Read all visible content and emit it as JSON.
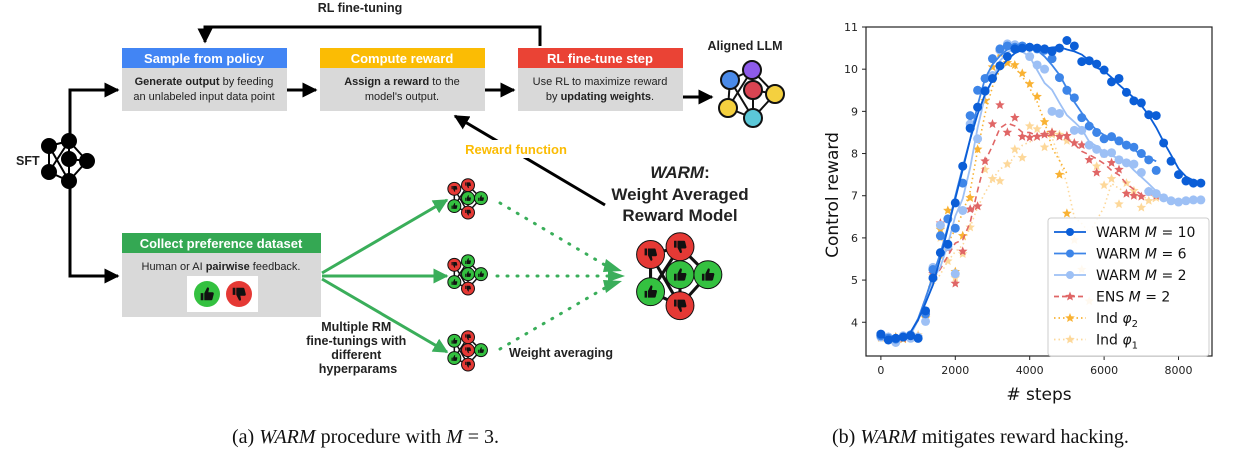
{
  "diagram": {
    "top_loop_label": "RL fine-tuning",
    "sft_label": "SFT",
    "sample_box": {
      "title": "Sample from policy",
      "line1_bold": "Generate output",
      "line1_rest": " by feeding",
      "line2": "an unlabeled input data point",
      "color": "#4285f4"
    },
    "reward_box": {
      "title": "Compute reward",
      "line1_bold": "Assign a reward",
      "line1_rest": " to the",
      "line2": "model's output.",
      "color": "#fbbc04"
    },
    "rl_box": {
      "title": "RL fine-tune step",
      "line1": "Use RL to maximize reward",
      "line2_pre": "by ",
      "line2_bold": "updating weights",
      "line2_post": ".",
      "color": "#ea4335"
    },
    "aligned_label": "Aligned LLM",
    "reward_function_label": "Reward function",
    "pref_box": {
      "title": "Collect preference dataset",
      "line_pre": "Human or AI ",
      "line_bold": "pairwise",
      "line_post": " feedback.",
      "color": "#34a853"
    },
    "multiple_rm_label": [
      "Multiple RM",
      "fine-tunings with",
      "different",
      "hyperparams"
    ],
    "weight_averaging_label": "Weight averaging",
    "warm_title": [
      "WARM",
      ":"
    ],
    "warm_subtitle": [
      "Weight Averaged",
      "Reward Model"
    ],
    "thumb_up_color": "#34c140",
    "thumb_down_color": "#e53935"
  },
  "captions": {
    "a": {
      "prefix": "(a) ",
      "italic": "WARM",
      "rest": " procedure with ",
      "m": "M",
      "eq": " = 3."
    },
    "b": {
      "prefix": "(b) ",
      "italic": "WARM",
      "rest": " mitigates reward hacking."
    }
  },
  "chart_data": {
    "type": "line",
    "title": "",
    "xlabel": "# steps",
    "ylabel": "Control reward",
    "xlim": [
      -400,
      8900
    ],
    "ylim": [
      3.2,
      11
    ],
    "xticks": [
      0,
      2000,
      4000,
      6000,
      8000
    ],
    "yticks": [
      4,
      5,
      6,
      7,
      8,
      9,
      10,
      11
    ],
    "grid": false,
    "legend_position": "lower-right",
    "series": [
      {
        "name": "WARM M = 10",
        "label_pre": "WARM ",
        "label_m": "M",
        "label_post": " = 10",
        "color": "#0b5ed7",
        "marker": "circle",
        "linestyle": "solid",
        "x": [
          0,
          200,
          400,
          600,
          800,
          1000,
          1200,
          1400,
          1600,
          1800,
          2000,
          2200,
          2400,
          2600,
          2800,
          3000,
          3200,
          3400,
          3600,
          3800,
          4000,
          4200,
          4400,
          4600,
          4800,
          5000,
          5200,
          5400,
          5600,
          5800,
          6000,
          6200,
          6400,
          6600,
          6800,
          7000,
          7200,
          7400,
          7600,
          7800,
          8000,
          8200,
          8400,
          8600
        ],
        "y": [
          3.72,
          3.58,
          3.62,
          3.65,
          3.68,
          3.62,
          4.27,
          5.05,
          5.65,
          5.85,
          6.83,
          7.7,
          8.6,
          9.1,
          9.48,
          9.78,
          10.08,
          10.3,
          10.48,
          10.5,
          10.52,
          10.5,
          10.48,
          10.42,
          10.5,
          10.68,
          10.55,
          10.18,
          10.2,
          10.12,
          9.98,
          9.7,
          9.78,
          9.45,
          9.25,
          9.2,
          8.92,
          8.9,
          8.25,
          7.82,
          7.5,
          7.35,
          7.3,
          7.3
        ]
      },
      {
        "name": "WARM M = 6",
        "label_pre": "WARM ",
        "label_m": "M",
        "label_post": " = 6",
        "color": "#3d85e8",
        "marker": "circle",
        "linestyle": "solid",
        "x": [
          0,
          200,
          400,
          600,
          800,
          1000,
          1200,
          1400,
          1600,
          1800,
          2000,
          2200,
          2400,
          2600,
          2800,
          3000,
          3200,
          3400,
          3600,
          3800,
          4000,
          4200,
          4400,
          4600,
          4800,
          5000,
          5200,
          5400,
          5600,
          5800,
          6000,
          6200,
          6400,
          6600,
          6800,
          7000,
          7200,
          7400
        ],
        "y": [
          3.68,
          3.62,
          3.6,
          3.65,
          3.7,
          3.62,
          4.2,
          5.25,
          6.05,
          6.45,
          6.23,
          7.3,
          8.9,
          9.5,
          9.78,
          10.25,
          10.48,
          10.55,
          10.52,
          10.55,
          10.52,
          10.48,
          10.45,
          10.25,
          9.8,
          9.5,
          9.32,
          8.85,
          8.65,
          8.5,
          8.35,
          8.4,
          8.3,
          8.2,
          8.15,
          8.0,
          7.85,
          7.6
        ]
      },
      {
        "name": "WARM M = 2",
        "label_pre": "WARM ",
        "label_m": "M",
        "label_post": " = 2",
        "color": "#9dc0f5",
        "marker": "circle",
        "linestyle": "solid",
        "x": [
          0,
          200,
          400,
          600,
          800,
          1000,
          1200,
          1400,
          1600,
          1800,
          2000,
          2200,
          2400,
          2600,
          2800,
          3000,
          3200,
          3400,
          3600,
          3800,
          4000,
          4200,
          4400,
          4600,
          4800,
          5000,
          5200,
          5400,
          5600,
          5800,
          6000,
          6200,
          6400,
          6600,
          6800,
          7000,
          7200,
          7400,
          7600,
          7800,
          8000,
          8200,
          8400,
          8600
        ],
        "y": [
          3.65,
          3.65,
          3.52,
          3.68,
          3.62,
          3.65,
          4.02,
          5.3,
          6.3,
          5.8,
          5.15,
          6.65,
          8.7,
          8.35,
          9.5,
          9.85,
          10.45,
          10.6,
          10.58,
          10.5,
          10.3,
          10.1,
          10.0,
          9.0,
          8.95,
          9.5,
          8.55,
          8.55,
          8.2,
          8.1,
          8.0,
          8.02,
          7.85,
          7.78,
          7.75,
          7.55,
          7.1,
          7.05,
          6.95,
          6.88,
          6.85,
          6.88,
          6.9,
          6.9
        ]
      },
      {
        "name": "ENS M = 2",
        "label_pre": "ENS ",
        "label_m": "M",
        "label_post": " = 2",
        "color": "#e06666",
        "marker": "star",
        "linestyle": "dashed",
        "x": [
          0,
          200,
          400,
          600,
          800,
          1000,
          1200,
          1400,
          1600,
          1800,
          2000,
          2200,
          2400,
          2600,
          2800,
          3000,
          3200,
          3400,
          3600,
          3800,
          4000,
          4200,
          4400,
          4600,
          4800,
          5000,
          5200,
          5400,
          5600,
          5800,
          6000,
          6200,
          6400,
          6600,
          6800,
          7000,
          7200,
          7400
        ],
        "y": [
          3.65,
          3.6,
          3.62,
          3.62,
          3.65,
          3.65,
          4.15,
          5.15,
          6.35,
          5.75,
          4.92,
          5.68,
          6.68,
          6.75,
          7.82,
          8.7,
          9.15,
          8.5,
          8.85,
          8.4,
          8.38,
          8.4,
          8.45,
          8.5,
          8.4,
          8.42,
          8.25,
          8.2,
          7.85,
          7.55,
          8.0,
          7.78,
          7.62,
          7.05,
          7.0,
          6.98,
          7.1,
          7.0
        ]
      },
      {
        "name": "Ind φ2",
        "label_pre": "Ind ",
        "label_m": "φ",
        "label_sub": "2",
        "label_post": "",
        "color": "#f9b233",
        "marker": "star",
        "linestyle": "dotted",
        "x": [
          0,
          200,
          400,
          600,
          800,
          1000,
          1200,
          1400,
          1600,
          1800,
          2000,
          2200,
          2400,
          2600,
          2800,
          3000,
          3200,
          3400,
          3600,
          3800,
          4000,
          4200,
          4400,
          4600,
          4800,
          5000
        ],
        "y": [
          3.65,
          3.6,
          3.65,
          3.6,
          3.65,
          3.65,
          4.1,
          5.2,
          6.2,
          6.65,
          5.2,
          6.05,
          6.95,
          8.1,
          9.25,
          10.05,
          10.38,
          10.15,
          10.1,
          9.9,
          9.65,
          9.35,
          8.75,
          8.5,
          7.5,
          6.58
        ]
      },
      {
        "name": "Ind φ1",
        "label_pre": "Ind ",
        "label_m": "φ",
        "label_sub": "1",
        "label_post": "",
        "color": "#fdd89a",
        "marker": "star",
        "linestyle": "dotted",
        "x": [
          0,
          200,
          400,
          600,
          800,
          1000,
          1200,
          1400,
          1600,
          1800,
          2000,
          2200,
          2400,
          2600,
          2800,
          3000,
          3200,
          3400,
          3600,
          3800,
          4000,
          4200,
          4400,
          4600,
          4800,
          5000,
          5200,
          5400,
          5600,
          5800,
          6000,
          6200,
          6400,
          6600,
          6800,
          7000,
          7200,
          7400
        ],
        "y": [
          3.62,
          3.65,
          3.62,
          3.65,
          3.62,
          3.7,
          4.1,
          5.1,
          6.0,
          5.45,
          5.05,
          5.62,
          6.25,
          6.75,
          7.62,
          7.4,
          7.35,
          7.75,
          8.1,
          7.9,
          8.65,
          8.58,
          8.15,
          8.45,
          8.45,
          8.3,
          5.95,
          5.25,
          4.5,
          7.7,
          7.25,
          7.4,
          6.8,
          7.3,
          7.12,
          6.72,
          6.88,
          6.95
        ]
      }
    ]
  }
}
